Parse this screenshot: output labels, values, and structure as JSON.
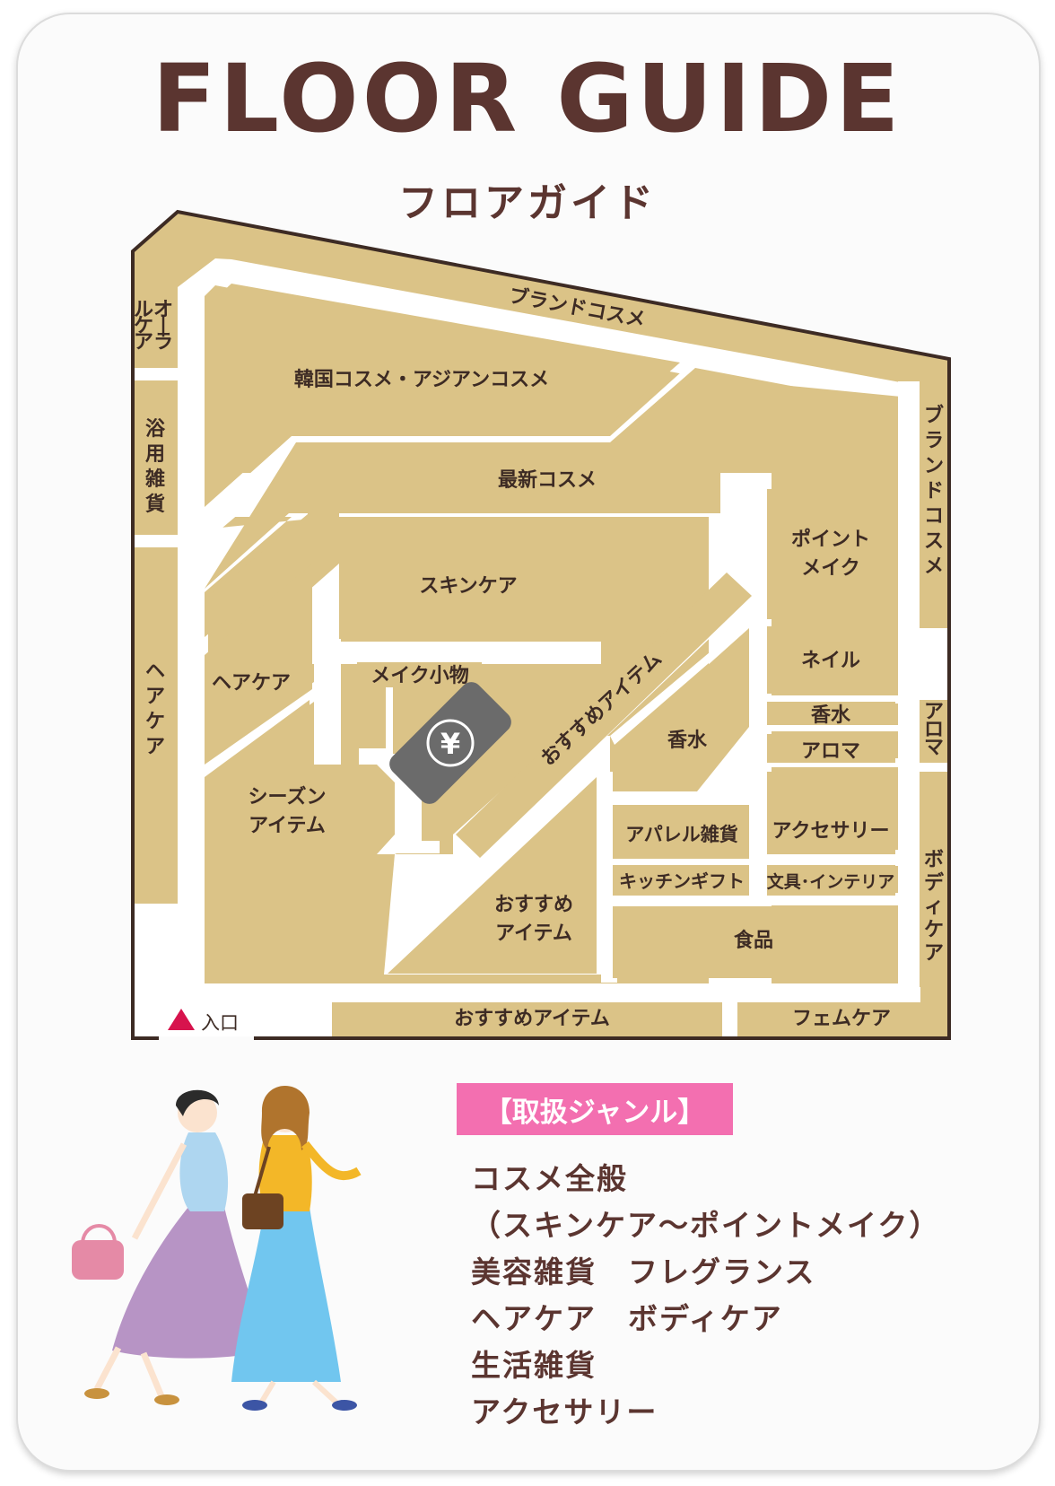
{
  "title": "FLOOR GUIDE",
  "subtitle": "フロアガイド",
  "colors": {
    "shop": "#dbc387",
    "wall": "#3d2b24",
    "text": "#5b3530",
    "tag": "#f36fb0",
    "entrance": "#d7134d",
    "register": "#6b6b6b"
  },
  "map": {
    "entrance": "入口",
    "register_icon": "yen-register-icon",
    "register_symbol": "¥",
    "areas": {
      "brand_top": "ブランドコスメ",
      "korean": "韓国コスメ・アジアンコスメ",
      "latest": "最新コスメ",
      "skincare": "スキンケア",
      "oral": "オーラルケア",
      "bath": "浴用雑貨",
      "haircare_left": "ヘアケア",
      "haircare_inner": "ヘアケア",
      "season": "シーズン\nアイテム",
      "makeup_goods": "メイク小物",
      "recommend_diag": "おすすめアイテム",
      "perfume_diag": "香水",
      "point_makeup": "ポイント\nメイク",
      "nail": "ネイル",
      "perfume": "香水",
      "aroma": "アロマ",
      "aroma_right": "アロマ",
      "brand_right": "ブランドコスメ",
      "accessory": "アクセサリー",
      "apparel": "アパレル雑貨",
      "kitchen": "キッチンギフト",
      "stationery": "文具･インテリア",
      "recommend_tri": "おすすめ\nアイテム",
      "food": "食品",
      "body": "ボディケア",
      "recommend_bottom": "おすすめアイテム",
      "femcare": "フェムケア"
    }
  },
  "genres": {
    "heading": "【取扱ジャンル】",
    "items": [
      "コスメ全般",
      "（スキンケア～ポイントメイク）",
      "美容雑貨　フレグランス",
      "ヘアケア　ボディケア",
      "生活雑貨",
      "アクセサリー"
    ]
  }
}
